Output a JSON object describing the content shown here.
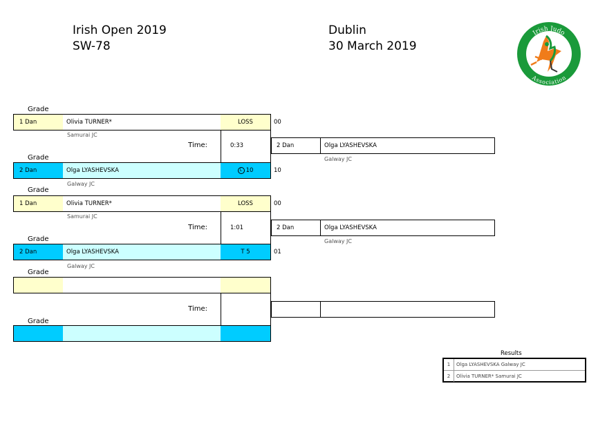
{
  "header": {
    "event": "Irish Open 2019",
    "category": "SW-78",
    "city": "Dublin",
    "date": "30 March 2019",
    "logo_text_top": "Irish Judo",
    "logo_text_bottom": "Association"
  },
  "labels": {
    "grade": "Grade",
    "time": "Time:",
    "results": "Results"
  },
  "matches": [
    {
      "white": {
        "grade": "1 Dan",
        "name": "Olivia TURNER*",
        "club": "Samurai JC",
        "score": "LOSS",
        "seq": "00"
      },
      "blue": {
        "grade": "2 Dan",
        "name": "Olga LYASHEVSKA",
        "club": "Galway JC",
        "score": "10",
        "seq": "10",
        "score_icon": "clock-icon"
      },
      "time": "0:33",
      "winner": {
        "grade": "2 Dan",
        "name": "Olga LYASHEVSKA",
        "club": "Galway JC"
      }
    },
    {
      "white": {
        "grade": "1 Dan",
        "name": "Olivia TURNER*",
        "club": "Samurai JC",
        "score": "LOSS",
        "seq": "00"
      },
      "blue": {
        "grade": "2 Dan",
        "name": "Olga LYASHEVSKA",
        "club": "Galway JC",
        "score": "T 5",
        "seq": "01"
      },
      "time": "1:01",
      "winner": {
        "grade": "2 Dan",
        "name": "Olga LYASHEVSKA",
        "club": "Galway JC"
      }
    },
    {
      "white": {
        "grade": "",
        "name": "",
        "club": "",
        "score": "",
        "seq": ""
      },
      "blue": {
        "grade": "",
        "name": "",
        "club": "",
        "score": "",
        "seq": ""
      },
      "time": "",
      "winner": {
        "grade": "",
        "name": "",
        "club": ""
      }
    }
  ],
  "results": [
    {
      "rank": "1",
      "text": "Olga LYASHEVSKA Galway JC"
    },
    {
      "rank": "2",
      "text": "Olivia TURNER* Samurai JC"
    }
  ],
  "colors": {
    "white_grade_bg": "#ffffcc",
    "blue_accent": "#00ccff",
    "blue_name_bg": "#ccffff",
    "logo_green": "#1a9a3a",
    "logo_orange": "#f07c1a"
  }
}
